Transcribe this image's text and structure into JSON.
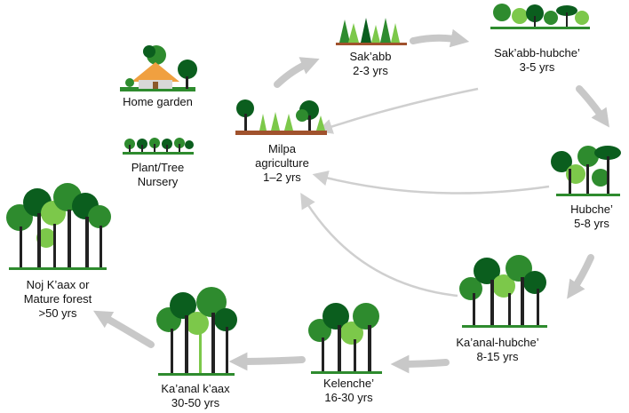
{
  "stages": {
    "home_garden": {
      "label": "Home garden"
    },
    "nursery": {
      "line1": "Plant/Tree",
      "line2": "Nursery"
    },
    "milpa": {
      "line1": "Milpa",
      "line2": "agriculture",
      "line3": "1–2 yrs"
    },
    "sakabb": {
      "line1": "Sak’abb",
      "line2": "2-3 yrs"
    },
    "sakabb_hubche": {
      "line1": "Sak’abb-hubche’",
      "line2": "3-5 yrs"
    },
    "hubche": {
      "line1": "Hubche’",
      "line2": "5-8 yrs"
    },
    "kaanal_hubche": {
      "line1": "Ka’anal-hubche’",
      "line2": "8-15 yrs"
    },
    "kelenche": {
      "line1": "Kelenche’",
      "line2": "16-30 yrs"
    },
    "kaanal_kaax": {
      "line1": "Ka’anal k’aax",
      "line2": "30-50 yrs"
    },
    "noj_kaax": {
      "line1": "Noj K’aax or",
      "line2": "Mature forest",
      "line3": ">50 yrs"
    }
  },
  "colors": {
    "arrow_thick": "#c8c8c8",
    "arrow_thin": "#cfcfcf",
    "tree_dark": "#0b5e1e",
    "tree_mid": "#2e8b2e",
    "tree_light": "#7cc84a",
    "trunk": "#222222",
    "soil": "#a0522d",
    "roof": "#f0a040"
  }
}
